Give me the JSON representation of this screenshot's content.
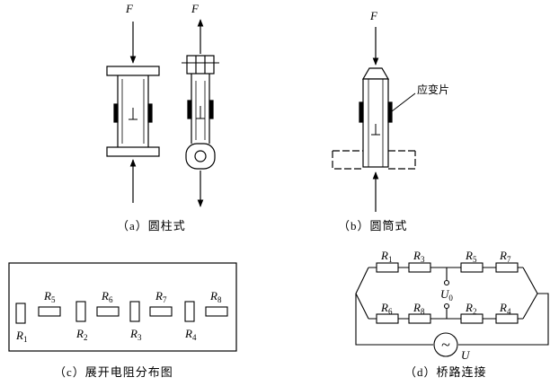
{
  "panels": {
    "a": {
      "caption": "（a）圆柱式",
      "left_force": "F",
      "right_force": "F"
    },
    "b": {
      "caption": "（b）圆筒式",
      "force": "F",
      "gauge_label": "应变片"
    },
    "c": {
      "caption": "（c）展开电阻分布图",
      "resistors": [
        {
          "sym": "R",
          "sub": "1"
        },
        {
          "sym": "R",
          "sub": "5"
        },
        {
          "sym": "R",
          "sub": "2"
        },
        {
          "sym": "R",
          "sub": "6"
        },
        {
          "sym": "R",
          "sub": "3"
        },
        {
          "sym": "R",
          "sub": "7"
        },
        {
          "sym": "R",
          "sub": "4"
        },
        {
          "sym": "R",
          "sub": "8"
        }
      ]
    },
    "d": {
      "caption": "（d）桥路连接",
      "top_resistors": [
        {
          "sym": "R",
          "sub": "1"
        },
        {
          "sym": "R",
          "sub": "3"
        },
        {
          "sym": "R",
          "sub": "5"
        },
        {
          "sym": "R",
          "sub": "7"
        }
      ],
      "bottom_resistors": [
        {
          "sym": "R",
          "sub": "6"
        },
        {
          "sym": "R",
          "sub": "8"
        },
        {
          "sym": "R",
          "sub": "2"
        },
        {
          "sym": "R",
          "sub": "4"
        }
      ],
      "output": {
        "sym": "U",
        "sub": "0"
      },
      "source": {
        "sym": "U",
        "glyph": "~"
      }
    }
  }
}
